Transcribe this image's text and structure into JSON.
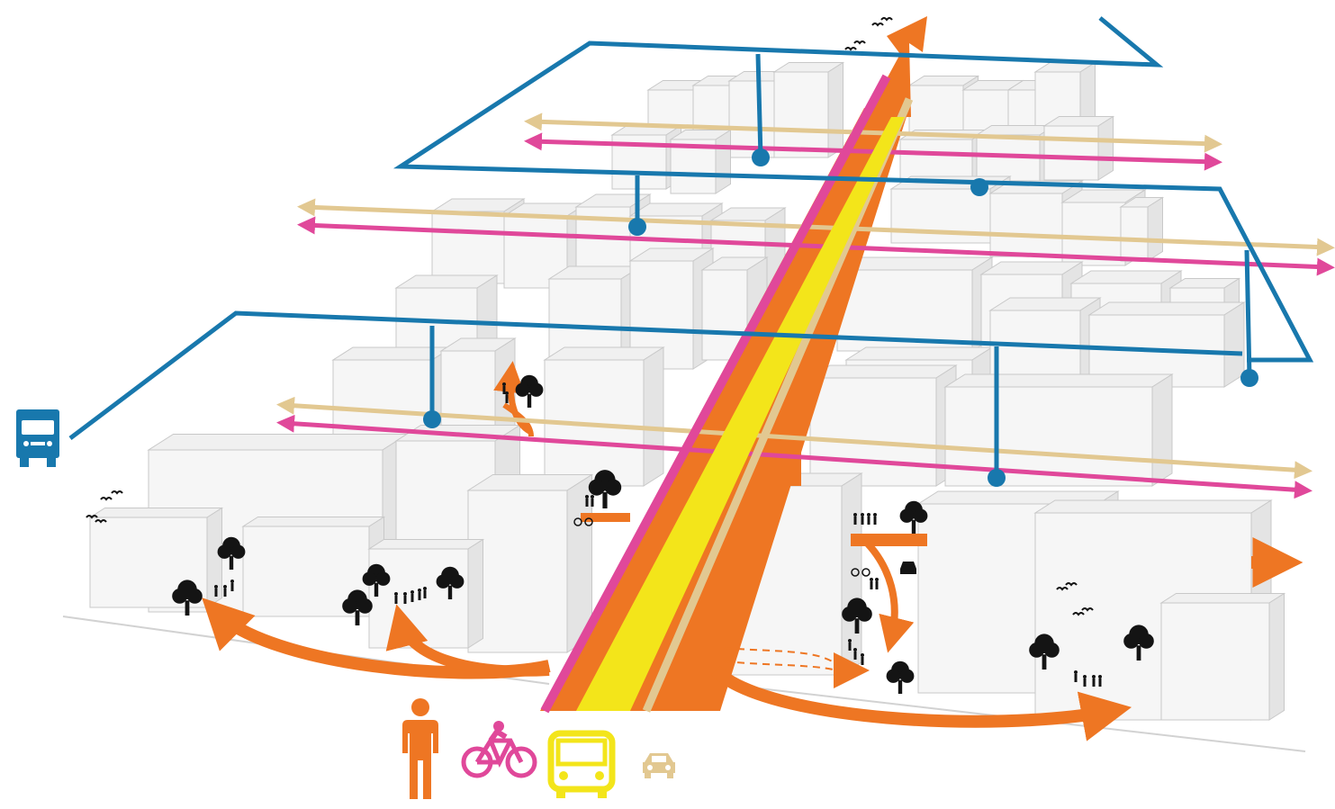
{
  "diagram": {
    "title": "",
    "modes": [
      {
        "id": "pedestrian",
        "icon": "pedestrian-icon",
        "color": "#ee7623"
      },
      {
        "id": "bicycle",
        "icon": "bicycle-icon",
        "color": "#e0489a"
      },
      {
        "id": "bus",
        "icon": "bus-icon",
        "color": "#f3e51a"
      },
      {
        "id": "car",
        "icon": "car-icon",
        "color": "#e2c891"
      },
      {
        "id": "freight",
        "icon": "truck-icon",
        "color": "#1878ad"
      }
    ],
    "colors": {
      "background": "#ffffff",
      "building_top": "#f0f0f0",
      "building_side": "#e4e4e4",
      "building_edge": "#c8c8c8",
      "pedestrian": "#ee7623",
      "bicycle": "#e0489a",
      "bus": "#f3e51a",
      "car": "#e2c891",
      "freight": "#1878ad",
      "figure": "#141414"
    },
    "layers": [
      "buildings",
      "pedestrian-flows",
      "transit-corridor",
      "cross-streets",
      "freight-network",
      "street-life",
      "mode-legend"
    ]
  }
}
